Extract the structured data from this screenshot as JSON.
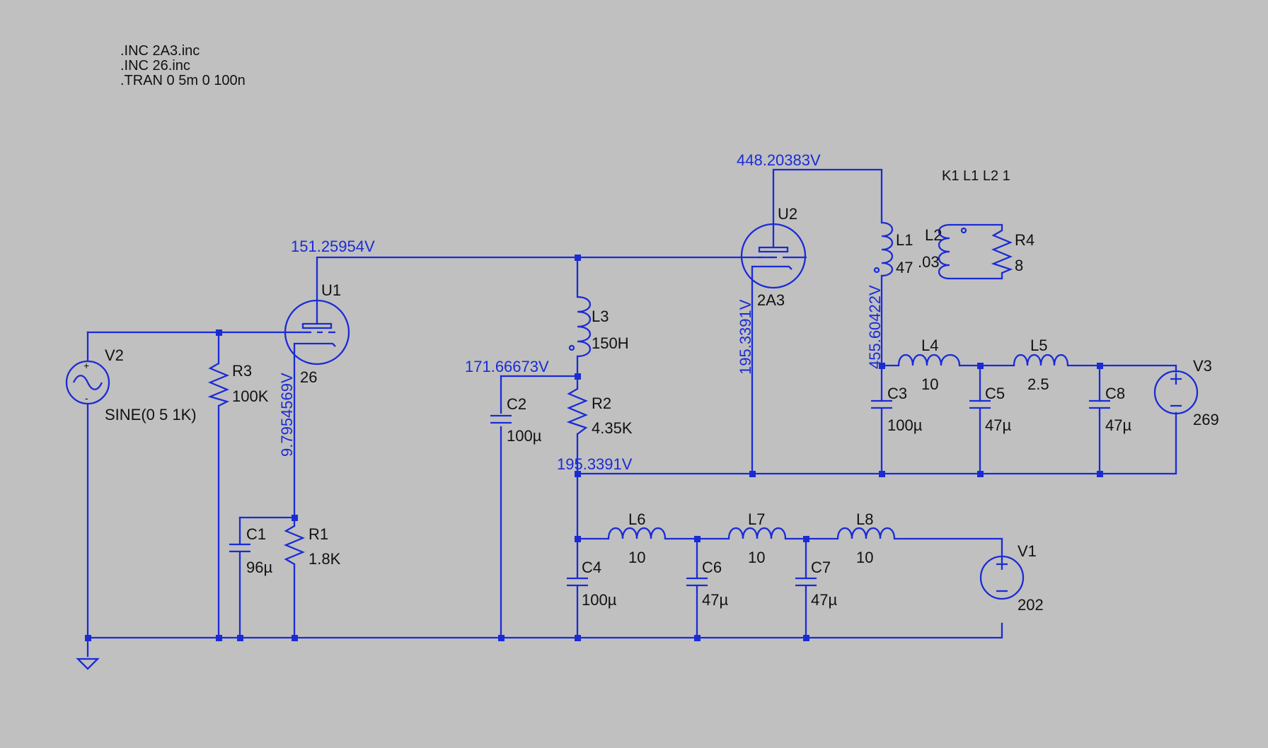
{
  "directives": [
    ".INC 2A3.inc",
    ".INC 26.inc",
    ".TRAN 0 5m 0 100n"
  ],
  "coupling": "K1 L1 L2 1",
  "accent_color": "#1a2bd6",
  "background_color": "#c0c0c0",
  "components": {
    "V2": {
      "name": "V2",
      "value": "SINE(0 5 1K)"
    },
    "R3": {
      "name": "R3",
      "value": "100K"
    },
    "U1": {
      "name": "U1",
      "value": "26"
    },
    "C1": {
      "name": "C1",
      "value": "96µ"
    },
    "R1": {
      "name": "R1",
      "value": "1.8K"
    },
    "L3": {
      "name": "L3",
      "value": "150H"
    },
    "C2": {
      "name": "C2",
      "value": "100µ"
    },
    "R2": {
      "name": "R2",
      "value": "4.35K"
    },
    "U2": {
      "name": "U2",
      "value": "2A3"
    },
    "L1": {
      "name": "L1",
      "value": "47"
    },
    "L2": {
      "name": "L2",
      "value": ".03"
    },
    "R4": {
      "name": "R4",
      "value": "8"
    },
    "L4": {
      "name": "L4",
      "value": "10"
    },
    "L5": {
      "name": "L5",
      "value": "2.5"
    },
    "C3": {
      "name": "C3",
      "value": "100µ"
    },
    "C5": {
      "name": "C5",
      "value": "47µ"
    },
    "C8": {
      "name": "C8",
      "value": "47µ"
    },
    "V3": {
      "name": "V3",
      "value": "269"
    },
    "L6": {
      "name": "L6",
      "value": "10"
    },
    "L7": {
      "name": "L7",
      "value": "10"
    },
    "L8": {
      "name": "L8",
      "value": "10"
    },
    "C4": {
      "name": "C4",
      "value": "100µ"
    },
    "C6": {
      "name": "C6",
      "value": "47µ"
    },
    "C7": {
      "name": "C7",
      "value": "47µ"
    },
    "V1": {
      "name": "V1",
      "value": "202"
    }
  },
  "voltages": {
    "u1_plate": "151.25954V",
    "u1_cathode": "9.7954569V",
    "u2_plate": "448.20383V",
    "l1_bottom": "455.60422V",
    "r2_top": "171.66673V",
    "u2_cathode": "195.3391V",
    "r2_bottom": "195.3391V"
  }
}
